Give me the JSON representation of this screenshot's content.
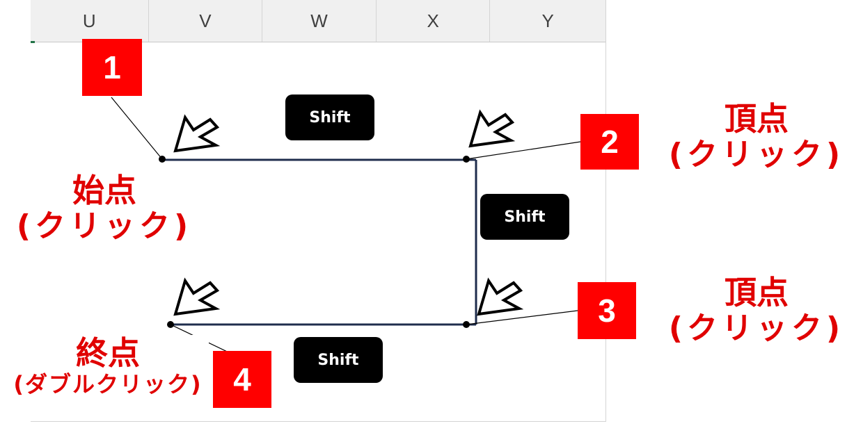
{
  "columns": [
    "U",
    "V",
    "W",
    "X",
    "Y"
  ],
  "steps": [
    {
      "number": "1"
    },
    {
      "number": "2"
    },
    {
      "number": "3"
    },
    {
      "number": "4"
    }
  ],
  "keys": {
    "key1": "Shift",
    "key2": "Shift",
    "key3": "Shift"
  },
  "labels": {
    "start": {
      "line1": "始点",
      "line2": "(クリック)"
    },
    "vertex_top": {
      "line1": "頂点",
      "line2": "(クリック)"
    },
    "vertex_bottom": {
      "line1": "頂点",
      "line2": "(クリック)"
    },
    "end": {
      "line1": "終点",
      "line2": "(ダブルクリック)"
    }
  },
  "colors": {
    "badge": "#ff0000",
    "label_text": "#e00000",
    "line": "#1f2d4d",
    "key_bg": "#000000"
  },
  "icons": [
    "cursor-arrow-icon"
  ]
}
